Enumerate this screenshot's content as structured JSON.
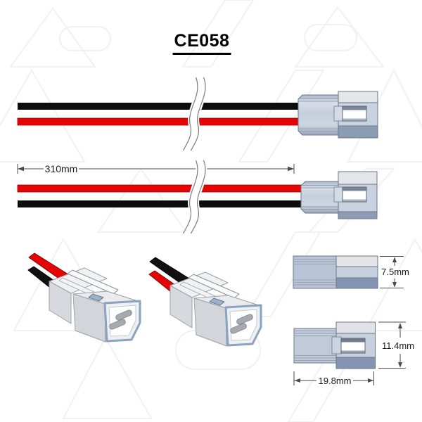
{
  "title": "CE058",
  "dimensions": {
    "lead_length": "310mm",
    "housing_height_side": "7.5mm",
    "housing_height_top": "11.4mm",
    "housing_length": "19.8mm"
  },
  "colors": {
    "wire_red": "#e60505",
    "wire_black": "#0d0d0d",
    "connector_body": "#c9d2e1",
    "connector_highlight": "#e3e5e8",
    "connector_shadow": "#8d9cb5",
    "connector_outline": "#6b7787",
    "front_rim_blue": "#8aa3c0",
    "dimension_lines": "#4a4a4a",
    "watermark": "#f1f1f3",
    "background": "#ffffff"
  }
}
